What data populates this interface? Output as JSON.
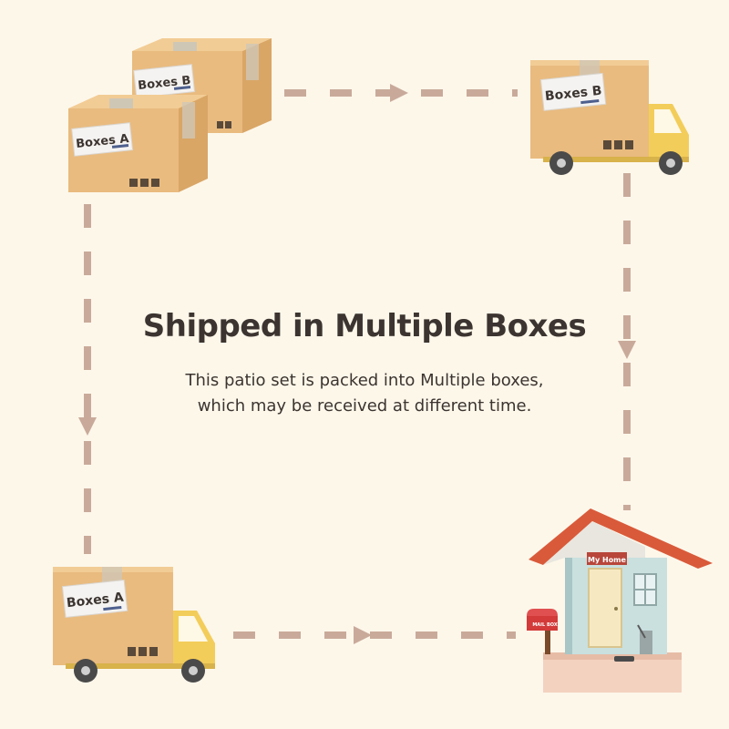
{
  "heading": "Shipped in Multiple Boxes",
  "description": {
    "line1": "This patio set is packed into Multiple boxes,",
    "line2": "which may be received at different time."
  },
  "labels": {
    "box_b": "Boxes B",
    "box_a": "Boxes A",
    "truck_b": "Boxes B",
    "truck_a": "Boxes A",
    "house_sign": "My Home",
    "mailbox": "MAIL BOX"
  },
  "colors": {
    "background": "#fdf7ea",
    "box": "#e9bb7f",
    "box_shadow": "#d9a666",
    "tape": "#cfc7b6",
    "path": "#c9aa9a",
    "truck": "#f3cd5a",
    "roof": "#d95a3a",
    "wall": "#c9e0df",
    "text": "#3b3430"
  }
}
